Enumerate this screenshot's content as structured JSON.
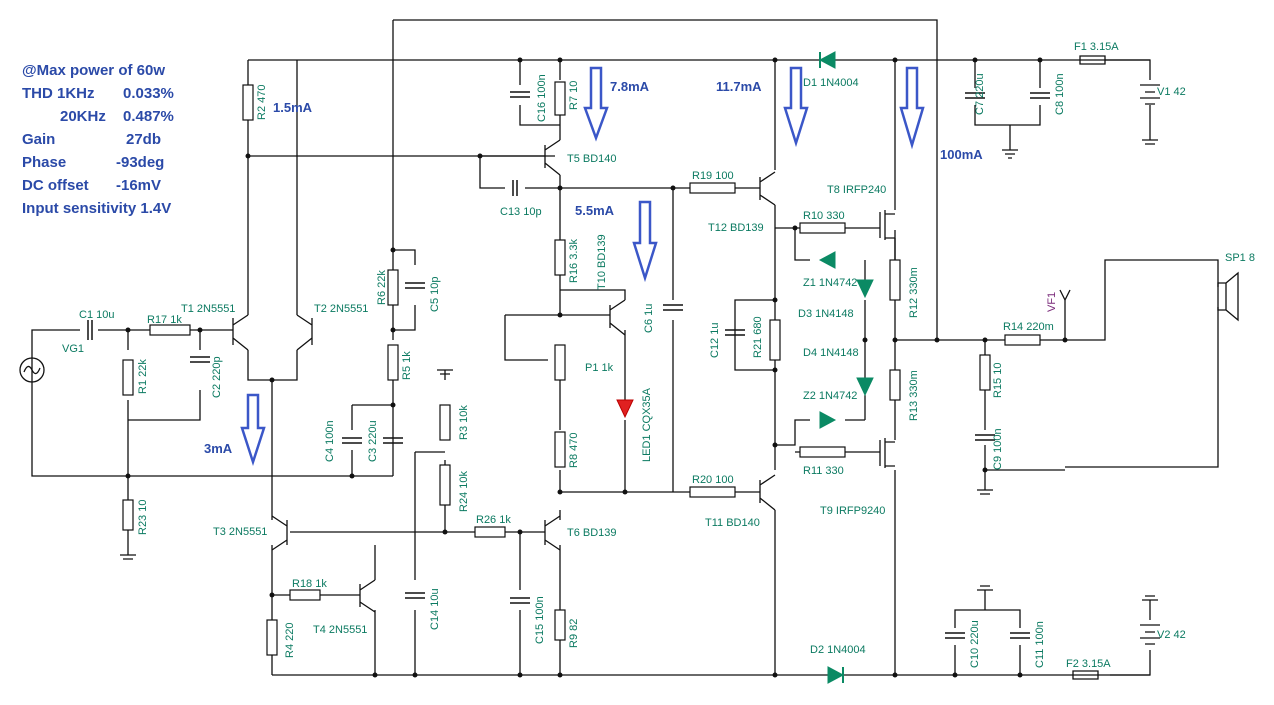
{
  "stats": {
    "line1": "@Max power of 60w",
    "line2a": "THD 1KHz",
    "line2b": "0.033%",
    "line3a": "20KHz",
    "line3b": "0.487%",
    "line4a": "Gain",
    "line4b": "27db",
    "line5a": "Phase",
    "line5b": "-93deg",
    "line6a": "DC offset",
    "line6b": "-16mV",
    "line7": "Input sensitivity  1.4V"
  },
  "currents": {
    "c1": "1.5mA",
    "c2": "7.8mA",
    "c3": "11.7mA",
    "c4": "100mA",
    "c5": "5.5mA",
    "c6": "3mA"
  },
  "components": {
    "F1": "F1 3.15A",
    "F2": "F2 3.15A",
    "V1": "V1 42",
    "V2": "V2 42",
    "D1": "D1 1N4004",
    "D2": "D2 1N4004",
    "C7": "C7 220u",
    "C8": "C8 100n",
    "C10": "C10 220u",
    "C11": "C11 100n",
    "R2": "R2 470",
    "C16": "C16 100n",
    "R7": "R7 10",
    "T5": "T5 BD140",
    "C13": "C13 10p",
    "R19": "R19 100",
    "T8": "T8 IRFP240",
    "T12": "T12 BD139",
    "R10": "R10 330",
    "SP1": "SP1 8",
    "Z1": "Z1 1N4742",
    "D3": "D3 1N4148",
    "D4": "D4 1N4148",
    "Z2": "Z2 1N4742",
    "R12": "R12 330m",
    "R13": "R13 330m",
    "R14": "R14 220m",
    "VF1": "VF1",
    "R15": "R15 10",
    "C9": "C9 100n",
    "R6": "R6 22k",
    "C5": "C5 10p",
    "R16": "R16 3.3k",
    "T10": "T10 BD139",
    "C6": "C6 1u",
    "C12": "C12 1u",
    "R21": "R21 680",
    "C1": "C1 10u",
    "R17": "R17 1k",
    "T1": "T1 2N5551",
    "T2": "T2 2N5551",
    "R5": "R5 1k",
    "P1": "P1 1k",
    "VG1": "VG1",
    "R1": "R1 22k",
    "C2": "C2 220p",
    "C4": "C4 100n",
    "C3": "C3 220u",
    "R3": "R3 10k",
    "LED1": "LED1 CQX35A",
    "R8": "R8 470",
    "R11": "R11 330",
    "T9": "T9 IRFP9240",
    "R20": "R20 100",
    "T11": "T11 BD140",
    "R24": "R24 10k",
    "R23": "R23 10",
    "T3": "T3 2N5551",
    "R26": "R26 1k",
    "T6": "T6 BD139",
    "R18": "R18 1k",
    "T4": "T4 2N5551",
    "R4": "R4 220",
    "C14": "C14 10u",
    "C15": "C15 100n",
    "R9": "R9 82"
  },
  "colors": {
    "wire": "#111111",
    "label": "#0b7a61",
    "annotation": "#2b4aa8",
    "diode": "#0b8a64",
    "led": "#e02020"
  }
}
